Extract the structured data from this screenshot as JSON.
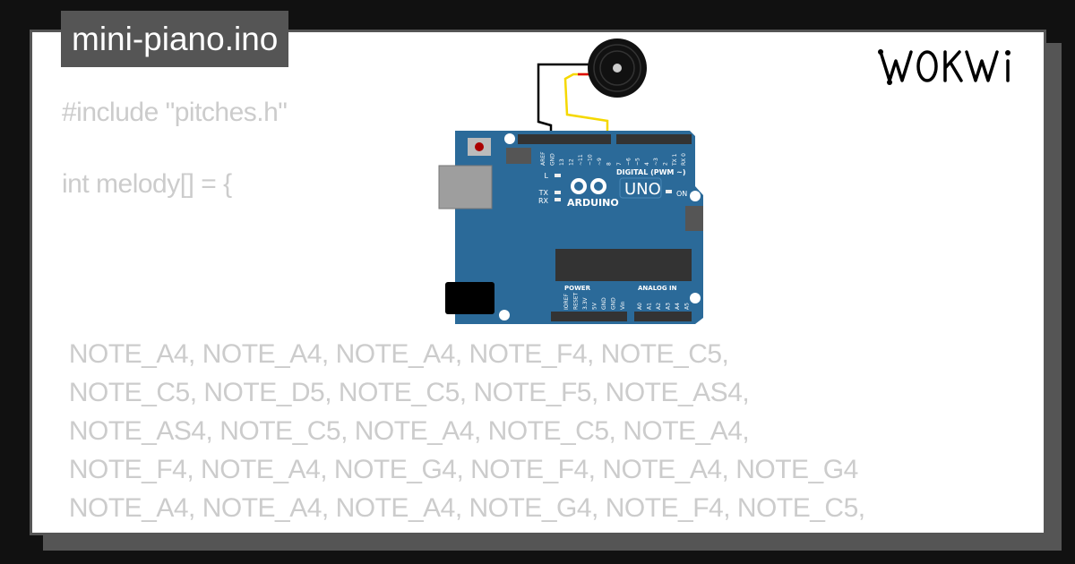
{
  "title": "mini-piano.ino",
  "code_lines": [
    "#include \"pitches.h\"",
    "int melody[] = {",
    " NOTE_A4, NOTE_A4, NOTE_A4, NOTE_F4, NOTE_C5,",
    " NOTE_C5, NOTE_D5, NOTE_C5, NOTE_F5, NOTE_AS4,",
    " NOTE_AS4, NOTE_C5, NOTE_A4, NOTE_C5, NOTE_A4,",
    " NOTE_F4, NOTE_A4, NOTE_G4, NOTE_F4, NOTE_A4, NOTE_G4",
    " NOTE_A4, NOTE_A4, NOTE_A4, NOTE_G4, NOTE_F4, NOTE_C5,"
  ],
  "board": {
    "brand": "ARDUINO",
    "model": "UNO",
    "header_label": "DIGITAL (PWM ~)",
    "power_label": "POWER",
    "analog_label": "ANALOG IN",
    "led_labels": [
      "L",
      "TX",
      "RX",
      "ON"
    ],
    "digital_pins": [
      "AREF",
      "GND",
      "13",
      "12",
      "~11",
      "~10",
      "~9",
      "8",
      "7",
      "~6",
      "~5",
      "4",
      "~3",
      "2",
      "TX 1",
      "RX 0"
    ],
    "power_pins": [
      "IOREF",
      "RESET",
      "3.3V",
      "5V",
      "GND",
      "GND",
      "Vin"
    ],
    "analog_pins": [
      "A0",
      "A1",
      "A2",
      "A3",
      "A4",
      "A5"
    ],
    "color": "#2b6a99"
  },
  "buzzer": {
    "color": "#111111"
  },
  "wires": {
    "gnd_color": "#000000",
    "signal_color": "#f5d800"
  },
  "logo": "WOKWI"
}
